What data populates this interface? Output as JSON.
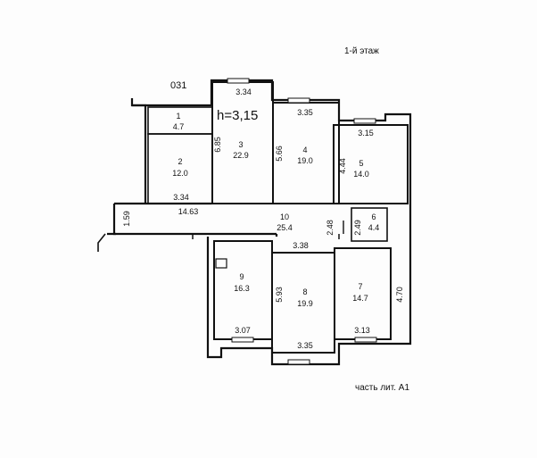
{
  "header": {
    "floor_label": "1-й этаж"
  },
  "footer": {
    "part_label": "часть лит. А1"
  },
  "plan": {
    "building_number": "031",
    "ceiling_height": "h=3,15",
    "rooms": [
      {
        "num": "1",
        "area": "4.7"
      },
      {
        "num": "2",
        "area": "12.0"
      },
      {
        "num": "3",
        "area": "22.9"
      },
      {
        "num": "4",
        "area": "19.0"
      },
      {
        "num": "5",
        "area": "14.0"
      },
      {
        "num": "6",
        "area": "4.4"
      },
      {
        "num": "7",
        "area": "14.7"
      },
      {
        "num": "8",
        "area": "19.9"
      },
      {
        "num": "9",
        "area": "16.3"
      },
      {
        "num": "10",
        "area": "25.4"
      }
    ],
    "dimensions": {
      "top_room3": "3.34",
      "top_room4": "3.35",
      "top_room5": "3.15",
      "left_room3": "6.85",
      "left_room4": "5.66",
      "left_room5": "4.44",
      "bottom_room2": "3.34",
      "corridor_len": "14.63",
      "corridor_w": "1.59",
      "corridor_right": "2.48",
      "room6_h": "2.49",
      "top_room8": "3.38",
      "left_room8": "5.93",
      "right_room7": "4.70",
      "bottom_room9": "3.07",
      "bottom_room8": "3.35",
      "bottom_room7": "3.13"
    }
  }
}
